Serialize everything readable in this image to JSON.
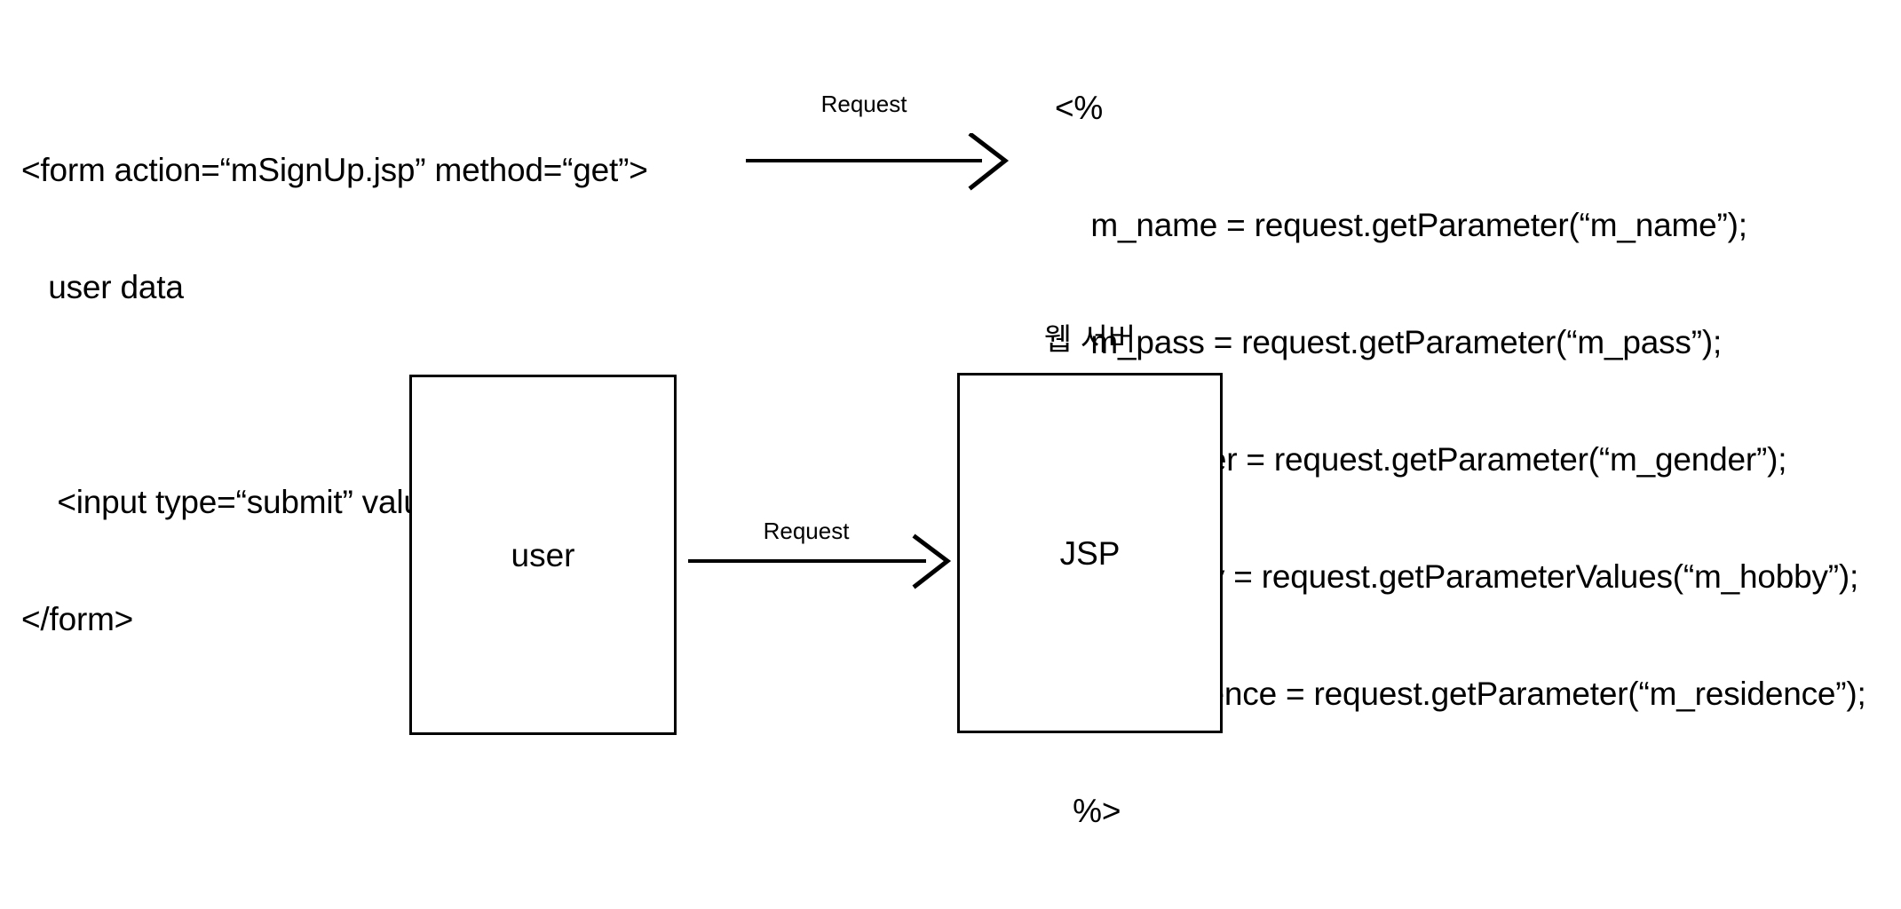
{
  "diagram": {
    "form_code": {
      "lines": [
        "<form action=“mSignUp.jsp” method=“get”>",
        "   user data",
        "",
        "    <input type=“submit” value=“sign up”>",
        "</form>"
      ]
    },
    "jsp_code": {
      "lines": [
        "<%",
        "    m_name = request.getParameter(“m_name”);",
        "    m_pass = request.getParameter(“m_pass”);",
        "    m_gender = request.getParameter(“m_gender”);",
        "    m_hobby = request.getParameterValues(“m_hobby”);",
        "    m_residence = request.getParameter(“m_residence”);",
        "  %>"
      ]
    },
    "nodes": {
      "user": "user",
      "jsp": "JSP"
    },
    "captions": {
      "web_server": "웹 서버"
    },
    "arrows": {
      "top_label": "Request",
      "bottom_label": "Request"
    },
    "colors": {
      "stroke": "#000000",
      "background": "#ffffff",
      "text": "#000000"
    }
  }
}
